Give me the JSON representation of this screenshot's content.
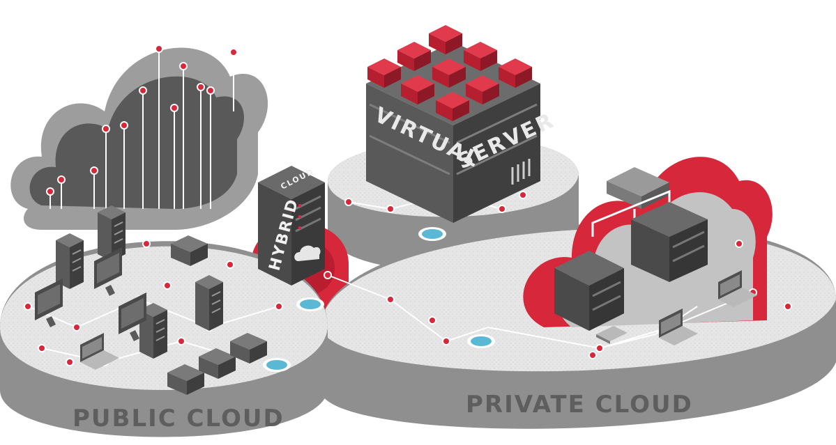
{
  "diagram": {
    "labels": {
      "public_cloud": "PUBLIC CLOUD",
      "private_cloud": "PRIVATE CLOUD",
      "virtual": "VIRTUAL",
      "server": "SERVER",
      "hybrid": "HYBRID",
      "cloud": "CLOUD"
    },
    "colors": {
      "accent_red": "#d7273a",
      "platform_light": "#e3e3e3",
      "platform_side": "#8f8f8f",
      "hardware_dark": "#4a4a4a",
      "port_blue": "#5bb8d4",
      "label_gray": "#5e5e5e"
    },
    "icons": [
      "cloud-icon",
      "server-rack-icon",
      "monitor-icon",
      "laptop-icon",
      "red-cube-icon",
      "port-icon"
    ]
  }
}
